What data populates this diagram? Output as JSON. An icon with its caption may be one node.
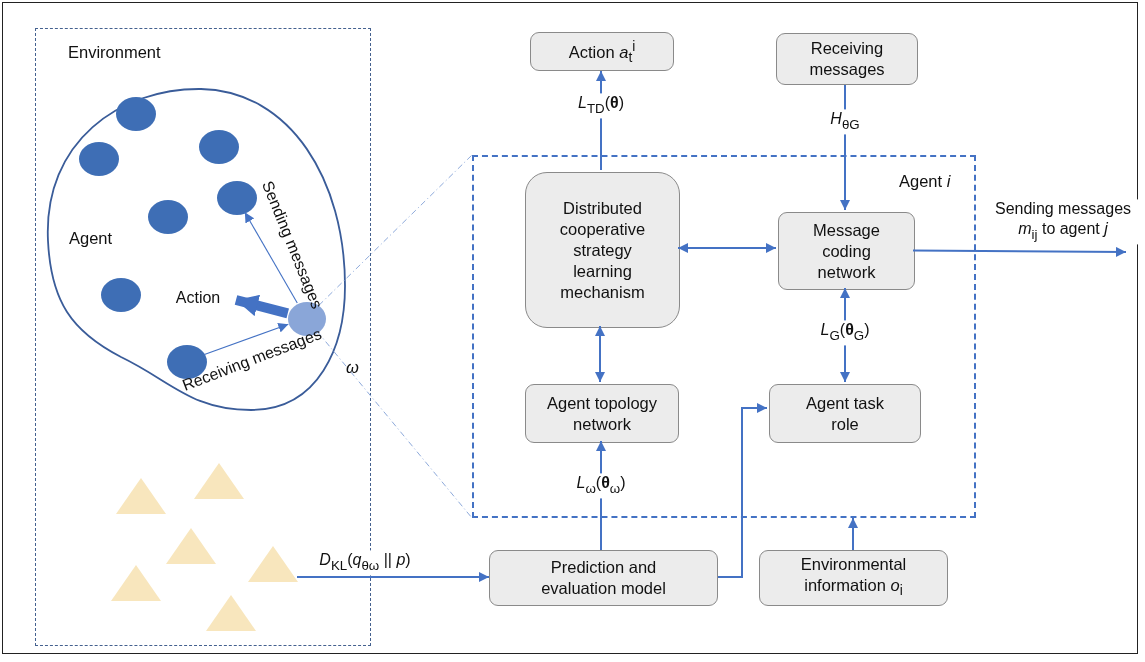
{
  "diagram": {
    "nodes": [
      {
        "text": [
          "Environment"
        ]
      },
      {
        "text": [
          "Agent"
        ],
        "in": 0
      },
      {
        "text": [],
        "shape": "circle",
        "in": 1
      },
      {
        "text": [],
        "shape": "circle",
        "in": 1
      },
      {
        "text": [],
        "shape": "circle",
        "in": 1
      },
      {
        "text": [],
        "shape": "circle",
        "in": 1
      },
      {
        "text": [],
        "shape": "circle",
        "in": 1
      },
      {
        "text": [],
        "shape": "circle",
        "in": 1
      },
      {
        "text": [],
        "shape": "circle",
        "in": 1
      },
      {
        "text": [],
        "shape": "circle",
        "in": 1
      },
      {
        "text": [],
        "shape": "triangle",
        "in": 0
      },
      {
        "text": [],
        "shape": "triangle",
        "in": 0
      },
      {
        "text": [],
        "shape": "triangle",
        "in": 0
      },
      {
        "text": [],
        "shape": "triangle",
        "in": 0
      },
      {
        "text": [],
        "shape": "triangle",
        "in": 0
      },
      {
        "text": [],
        "shape": "triangle",
        "in": 0
      },
      {
        "text": [
          "Action *a*$_{t}$$^{i}$"
        ]
      },
      {
        "text": [
          "Receiving messages"
        ]
      },
      {
        "text": [
          "Agent *i*"
        ]
      },
      {
        "text": [
          "Distributed cooperative strategy learning mechanism"
        ],
        "in": 18
      },
      {
        "text": [
          "Message coding network"
        ],
        "in": 18
      },
      {
        "text": [
          "Agent topology network"
        ],
        "in": 18
      },
      {
        "text": [
          "Agent task role"
        ],
        "in": 18
      },
      {
        "text": [
          "Prediction and evaluation model"
        ]
      },
      {
        "text": [
          "Environmental information *o*$_{i}$"
        ]
      }
    ],
    "edges": [
      {
        "from": 8,
        "to": 5,
        "arrow": "to",
        "label": "Sending messages"
      },
      {
        "from": 9,
        "to": 8,
        "arrow": "to",
        "label": "Receiving messages"
      },
      {
        "from": 8,
        "to": null,
        "arrow": "to",
        "style": "thick",
        "label": "Action"
      },
      {
        "from": 8,
        "to": 18,
        "arrow": "none",
        "style": "dashed",
        "color": "#8eaadb"
      },
      {
        "from": 8,
        "to": 18,
        "arrow": "none",
        "style": "dashed",
        "color": "#8eaadb"
      },
      {
        "from": 19,
        "to": 16,
        "arrow": "to",
        "label": "*L*$_{TD}$(**θ**)"
      },
      {
        "from": 17,
        "to": 20,
        "arrow": "to",
        "label": "*H*$_{θG}$"
      },
      {
        "from": 19,
        "to": 20,
        "arrow": "both"
      },
      {
        "from": 20,
        "to": 22,
        "arrow": "both",
        "label": "*L*$_{G}$(**θ**$_{G}$)"
      },
      {
        "from": 19,
        "to": 21,
        "arrow": "both"
      },
      {
        "from": 23,
        "to": 21,
        "arrow": "to",
        "label": "*L*$_{ω}$(**θ**$_{ω}$)"
      },
      {
        "from": 23,
        "to": 22,
        "arrow": "to"
      },
      {
        "from": 24,
        "to": 18,
        "arrow": "to"
      },
      {
        "from": 13,
        "to": 23,
        "arrow": "to",
        "label": "*D*$_{KL}$(*q*$_{θω}$ || *p*)"
      },
      {
        "from": 20,
        "to": null,
        "arrow": "to",
        "label": "Sending messages *m*$_{ij}$ to agent *j*"
      }
    ],
    "labels": [
      "*ω*"
    ]
  }
}
